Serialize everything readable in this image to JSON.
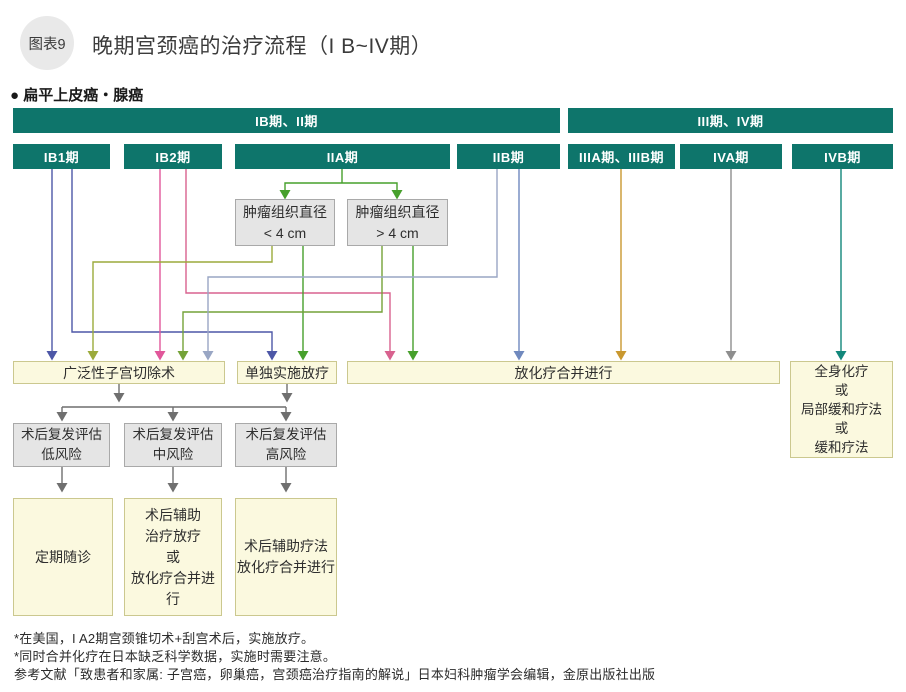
{
  "palette": {
    "teal_box": "#0E756B",
    "yellow_fill": "#FBF9DF",
    "yellow_border": "#CBC88F",
    "gray_fill": "#E5E5E5",
    "gray_border": "#A9A9A9",
    "badge_circle": "#E9E9E9",
    "text_dark": "#3B3B3B",
    "arrow_indigo": "#4D57A7",
    "arrow_magenta": "#E1579B",
    "arrow_pink": "#D8628F",
    "arrow_green": "#47A02C",
    "arrow_olive": "#9BAA3B",
    "arrow_green_mid": "#74A238",
    "arrow_lightblue": "#99A6C4",
    "arrow_steelblue": "#7089BE",
    "arrow_ochre": "#C9982F",
    "arrow_gray": "#8E8E8E",
    "arrow_teal": "#12877B",
    "arrow_structural": "#6F6F6F"
  },
  "header": {
    "badge": "图表9",
    "title": "晚期宫颈癌的治疗流程（I B~IV期）"
  },
  "section": {
    "bullet": "●",
    "label": "扁平上皮癌・腺癌"
  },
  "stage_bars": [
    {
      "label": "IB期、II期"
    },
    {
      "label": "III期、IV期"
    }
  ],
  "stages": [
    {
      "label": "IB1期"
    },
    {
      "label": "IB2期"
    },
    {
      "label": "IIA期"
    },
    {
      "label": "IIB期"
    },
    {
      "label": "IIIA期、IIIB期"
    },
    {
      "label": "IVA期"
    },
    {
      "label": "IVB期"
    }
  ],
  "decision_boxes": [
    {
      "label": "肿瘤组织直径\n< 4 cm"
    },
    {
      "label": "肿瘤组织直径\n> 4 cm"
    }
  ],
  "treatment_boxes": [
    {
      "label": "广泛性子宫切除术"
    },
    {
      "label": "单独实施放疗"
    },
    {
      "label": "放化疗合并进行"
    },
    {
      "label": "全身化疗\n或\n局部缓和疗法\n或\n缓和疗法"
    }
  ],
  "risk_boxes": [
    {
      "label": "术后复发评估\n低风险"
    },
    {
      "label": "术后复发评估\n中风险"
    },
    {
      "label": "术后复发评估\n高风险"
    }
  ],
  "followup_boxes": [
    {
      "label": "定期随诊"
    },
    {
      "label": "术后辅助\n治疗放疗\n或\n放化疗合并进行"
    },
    {
      "label": "术后辅助疗法\n放化疗合并进行"
    }
  ],
  "footnotes": [
    "*在美国，I A2期宫颈锥切术+刮宫术后，实施放疗。",
    "*同时合并化疗在日本缺乏科学数据，实施时需要注意。",
    "参考文献「致患者和家属: 子宫癌，卵巢癌，宫颈癌治疗指南的解说」日本妇科肿瘤学会编辑，金原出版社出版"
  ],
  "edges": [
    {
      "from": "IB1期",
      "to": "广泛性子宫切除术",
      "color": "arrow_indigo"
    },
    {
      "from": "IB1期",
      "to": "单独实施放疗",
      "color": "arrow_indigo"
    },
    {
      "from": "IB2期",
      "to": "广泛性子宫切除术",
      "color": "arrow_magenta"
    },
    {
      "from": "IB2期",
      "to": "放化疗合并进行",
      "color": "arrow_pink"
    },
    {
      "from": "IIA期",
      "to": "肿瘤组织直径 < 4 cm",
      "color": "arrow_green"
    },
    {
      "from": "IIA期",
      "to": "肿瘤组织直径 > 4 cm",
      "color": "arrow_green"
    },
    {
      "from": "肿瘤组织直径 < 4 cm",
      "to": "广泛性子宫切除术",
      "color": "arrow_olive"
    },
    {
      "from": "肿瘤组织直径 < 4 cm",
      "to": "单独实施放疗",
      "color": "arrow_green"
    },
    {
      "from": "肿瘤组织直径 > 4 cm",
      "to": "广泛性子宫切除术",
      "color": "arrow_green_mid"
    },
    {
      "from": "肿瘤组织直径 > 4 cm",
      "to": "放化疗合并进行",
      "color": "arrow_green"
    },
    {
      "from": "IIB期",
      "to": "广泛性子宫切除术",
      "color": "arrow_lightblue"
    },
    {
      "from": "IIB期",
      "to": "放化疗合并进行",
      "color": "arrow_steelblue"
    },
    {
      "from": "IIIA期、IIIB期",
      "to": "放化疗合并进行",
      "color": "arrow_ochre"
    },
    {
      "from": "IVA期",
      "to": "放化疗合并进行",
      "color": "arrow_gray"
    },
    {
      "from": "IVB期",
      "to": "全身化疗或局部缓和疗法或缓和疗法",
      "color": "arrow_teal"
    },
    {
      "from": "广泛性子宫切除术",
      "to": "术后复发评估（低/中/高风险）",
      "color": "arrow_structural"
    },
    {
      "from": "单独实施放疗",
      "to": "术后复发评估（低/中/高风险）",
      "color": "arrow_structural"
    },
    {
      "from": "术后复发评估 低风险",
      "to": "定期随诊",
      "color": "arrow_structural"
    },
    {
      "from": "术后复发评估 中风险",
      "to": "术后辅助治疗放疗或放化疗合并进行",
      "color": "arrow_structural"
    },
    {
      "from": "术后复发评估 高风险",
      "to": "术后辅助疗法放化疗合并进行",
      "color": "arrow_structural"
    }
  ]
}
